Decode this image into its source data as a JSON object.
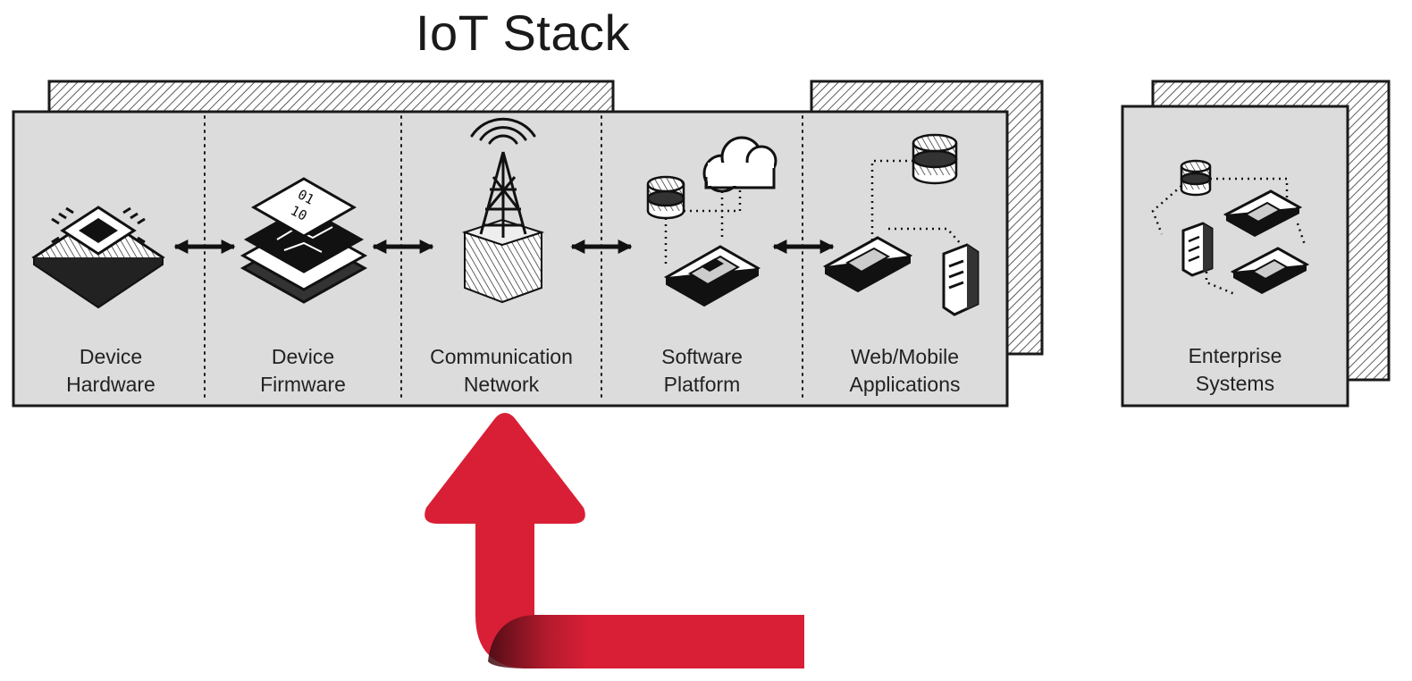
{
  "title": "IoT Stack",
  "stages": [
    {
      "line1": "Device",
      "line2": "Hardware",
      "icon": "chip-icon"
    },
    {
      "line1": "Device",
      "line2": "Firmware",
      "icon": "firmware-layers-icon"
    },
    {
      "line1": "Communication",
      "line2": "Network",
      "icon": "cell-tower-icon"
    },
    {
      "line1": "Software",
      "line2": "Platform",
      "icon": "cloud-platform-icon"
    },
    {
      "line1": "Web/Mobile",
      "line2": "Applications",
      "icon": "mobile-apps-icon"
    }
  ],
  "enterprise": {
    "line1": "Enterprise",
    "line2": "Systems",
    "icon": "enterprise-network-icon"
  },
  "colors": {
    "panel_fill": "#dcdcdc",
    "outline": "#1a1a1a",
    "highlight_arrow": "#d91f36"
  },
  "highlighted_stage": "Communication Network"
}
